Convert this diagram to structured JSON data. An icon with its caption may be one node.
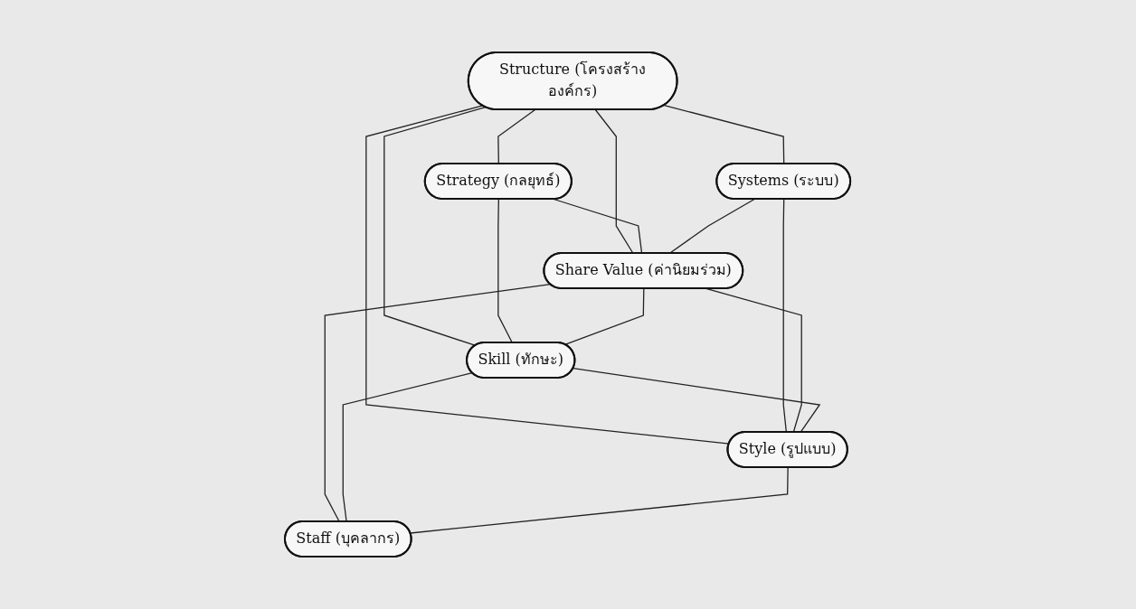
{
  "diagram": {
    "nodes": [
      {
        "text": [
          "Structure (โครงสร้างองค์กร)"
        ]
      },
      {
        "text": [
          "Strategy (กลยุทธ์)"
        ]
      },
      {
        "text": [
          "Systems (ระบบ)"
        ]
      },
      {
        "text": [
          "Share Value (ค่านิยมร่วม)"
        ]
      },
      {
        "text": [
          "Skill (ทักษะ)"
        ]
      },
      {
        "text": [
          "Style (รูปแบบ)"
        ]
      },
      {
        "text": [
          "Staff (บุคลากร)"
        ]
      }
    ],
    "edges": [
      {
        "from": 0,
        "to": 1,
        "arrow": "none"
      },
      {
        "from": 0,
        "to": 2,
        "arrow": "none"
      },
      {
        "from": 0,
        "to": 3,
        "arrow": "none"
      },
      {
        "from": 0,
        "to": 4,
        "arrow": "none"
      },
      {
        "from": 0,
        "to": 5,
        "arrow": "none"
      },
      {
        "from": 1,
        "to": 3,
        "arrow": "none"
      },
      {
        "from": 1,
        "to": 4,
        "arrow": "none"
      },
      {
        "from": 2,
        "to": 3,
        "arrow": "none"
      },
      {
        "from": 2,
        "to": 5,
        "arrow": "none"
      },
      {
        "from": 3,
        "to": 4,
        "arrow": "none"
      },
      {
        "from": 3,
        "to": 5,
        "arrow": "none"
      },
      {
        "from": 3,
        "to": 6,
        "arrow": "none"
      },
      {
        "from": 4,
        "to": 5,
        "arrow": "none"
      },
      {
        "from": 4,
        "to": 6,
        "arrow": "none"
      },
      {
        "from": 5,
        "to": 6,
        "arrow": "none"
      }
    ]
  }
}
